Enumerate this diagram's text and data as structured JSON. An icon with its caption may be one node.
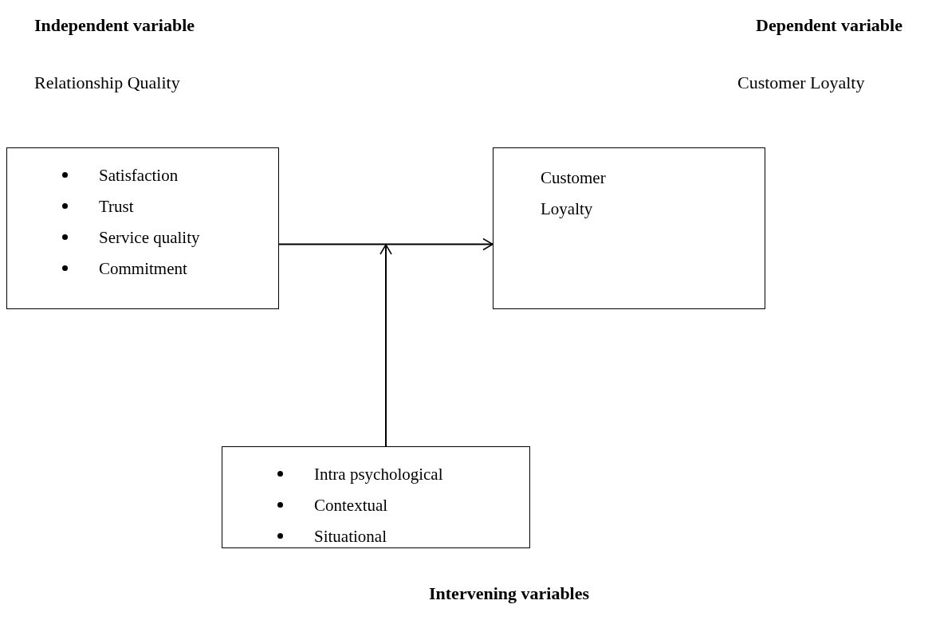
{
  "diagram": {
    "nodes": [
      {
        "text": [
          "Satisfaction",
          "Trust",
          "Service quality",
          "Commitment"
        ]
      },
      {
        "text": [
          "Customer Loyalty"
        ]
      },
      {
        "text": [
          "Intra psychological",
          "Contextual",
          "Situational"
        ]
      }
    ],
    "edges": [
      {
        "from": 0,
        "to": 1,
        "arrow": "to"
      },
      {
        "from": 2,
        "to": null,
        "arrow": "to"
      }
    ],
    "labels": [
      "Independent variable",
      "Dependent variable",
      "Relationship Quality",
      "Customer Loyalty",
      "Intervening variables"
    ]
  }
}
